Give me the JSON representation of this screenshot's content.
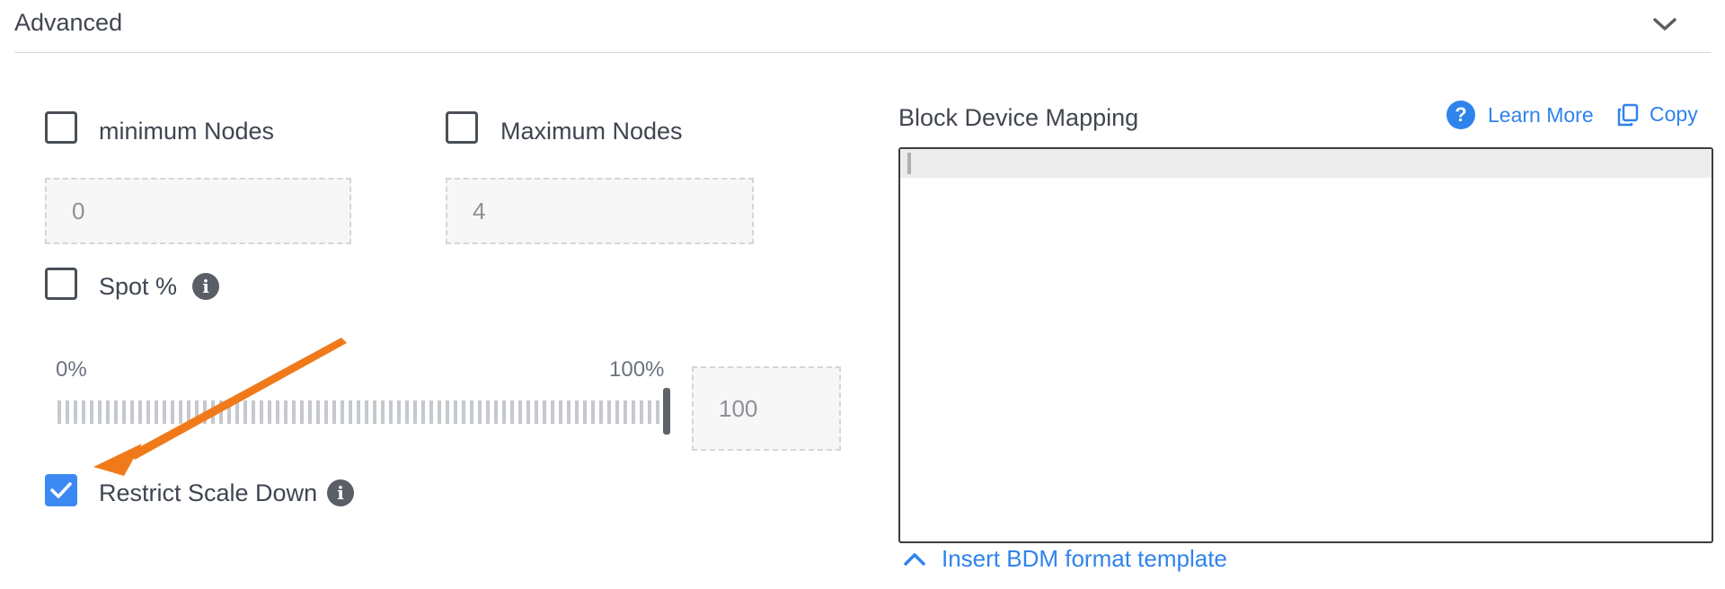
{
  "section": {
    "title": "Advanced",
    "collapse_icon": "chevron-down-icon"
  },
  "min_nodes": {
    "label": "minimum Nodes",
    "checked": false,
    "value": "0"
  },
  "max_nodes": {
    "label": "Maximum Nodes",
    "checked": false,
    "value": "4"
  },
  "spot": {
    "label": "Spot %",
    "checked": false,
    "info_icon": "info-icon",
    "slider_min_label": "0%",
    "slider_max_label": "100%",
    "slider_value_fraction": 1.0,
    "value": "100"
  },
  "restrict_scale_down": {
    "label": "Restrict Scale Down",
    "checked": true,
    "info_icon": "info-icon"
  },
  "bdm": {
    "title": "Block Device Mapping",
    "learn_more_label": "Learn More",
    "copy_label": "Copy",
    "editor_content": "",
    "insert_template_label": "Insert BDM format template"
  },
  "colors": {
    "accent": "#3d89f3",
    "link": "#2f83ec",
    "annotation_arrow": "#f07a1a"
  }
}
